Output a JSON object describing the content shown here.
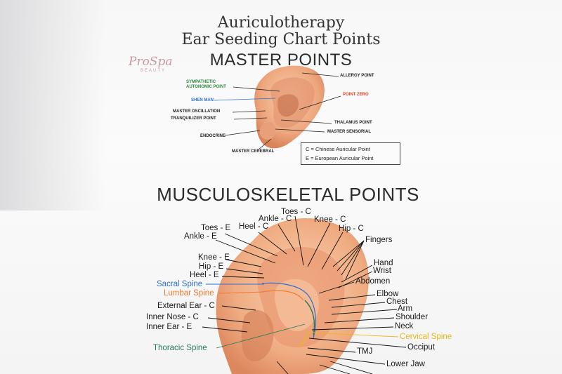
{
  "header": {
    "title_line1": "Auriculotherapy",
    "title_line2": "Ear Seeding Chart Points",
    "logo_text": "ProSpa",
    "logo_subtext": "BEAUTY"
  },
  "master": {
    "heading": "MASTER POINTS",
    "labels": {
      "allergy": "ALLERGY POINT",
      "sympathetic_1": "SYMPATHETIC",
      "sympathetic_2": "AUTONOMIC POINT",
      "shen_men": "SHEN MAN",
      "point_zero": "POINT ZERO",
      "master_oscillation": "MASTER OSCILLATION",
      "tranquilizer": "TRANQUILIZER POINT",
      "thalamus": "THALAMUS POINT",
      "master_sensorial": "MASTER SENSORIAL",
      "endocrine": "ENDOCRINE",
      "master_cerebral": "MASTER CEREBRAL"
    },
    "legend": {
      "chinese": "C = Chinese Auricular Point",
      "european": "E = European Auricular Point"
    }
  },
  "musculo": {
    "heading": "MUSCULOSKELETAL POINTS",
    "left_labels": {
      "toes_e": "Toes - E",
      "ankle_e": "Ankle - E",
      "heel_c": "Heel - C",
      "ankle_c": "Ankle - C",
      "knee_e": "Knee - E",
      "hip_e": "Hip - E",
      "heel_e": "Heel - E",
      "sacral": "Sacral Spine",
      "lumbar": "Lumbar Spine",
      "external_ear": "External Ear - C",
      "inner_nose": "Inner Nose - C",
      "inner_ear": "Inner Ear - E",
      "thoracic": "Thoracic Spine"
    },
    "top_labels": {
      "toes_c": "Toes - C",
      "knee_c": "Knee - C",
      "hip_c": "Hip - C"
    },
    "right_labels": {
      "fingers": "Fingers",
      "hand": "Hand",
      "wrist": "Wrist",
      "abdomen": "Abdomen",
      "elbow": "Elbow",
      "chest": "Chest",
      "arm": "Arm",
      "shoulder": "Shoulder",
      "neck": "Neck",
      "cervical": "Cervical Spine",
      "occiput": "Occiput",
      "tmj": "TMJ",
      "lower_jaw": "Lower Jaw"
    }
  },
  "colors": {
    "shen_men": "#2f6fd1",
    "point_zero": "#e8401f",
    "sympathetic": "#2a8a3a",
    "sacral": "#2f6fd1",
    "lumbar": "#ee7b30",
    "thoracic": "#2a7a5a",
    "cervical": "#e8b81c",
    "skin": "#f1b48c"
  }
}
